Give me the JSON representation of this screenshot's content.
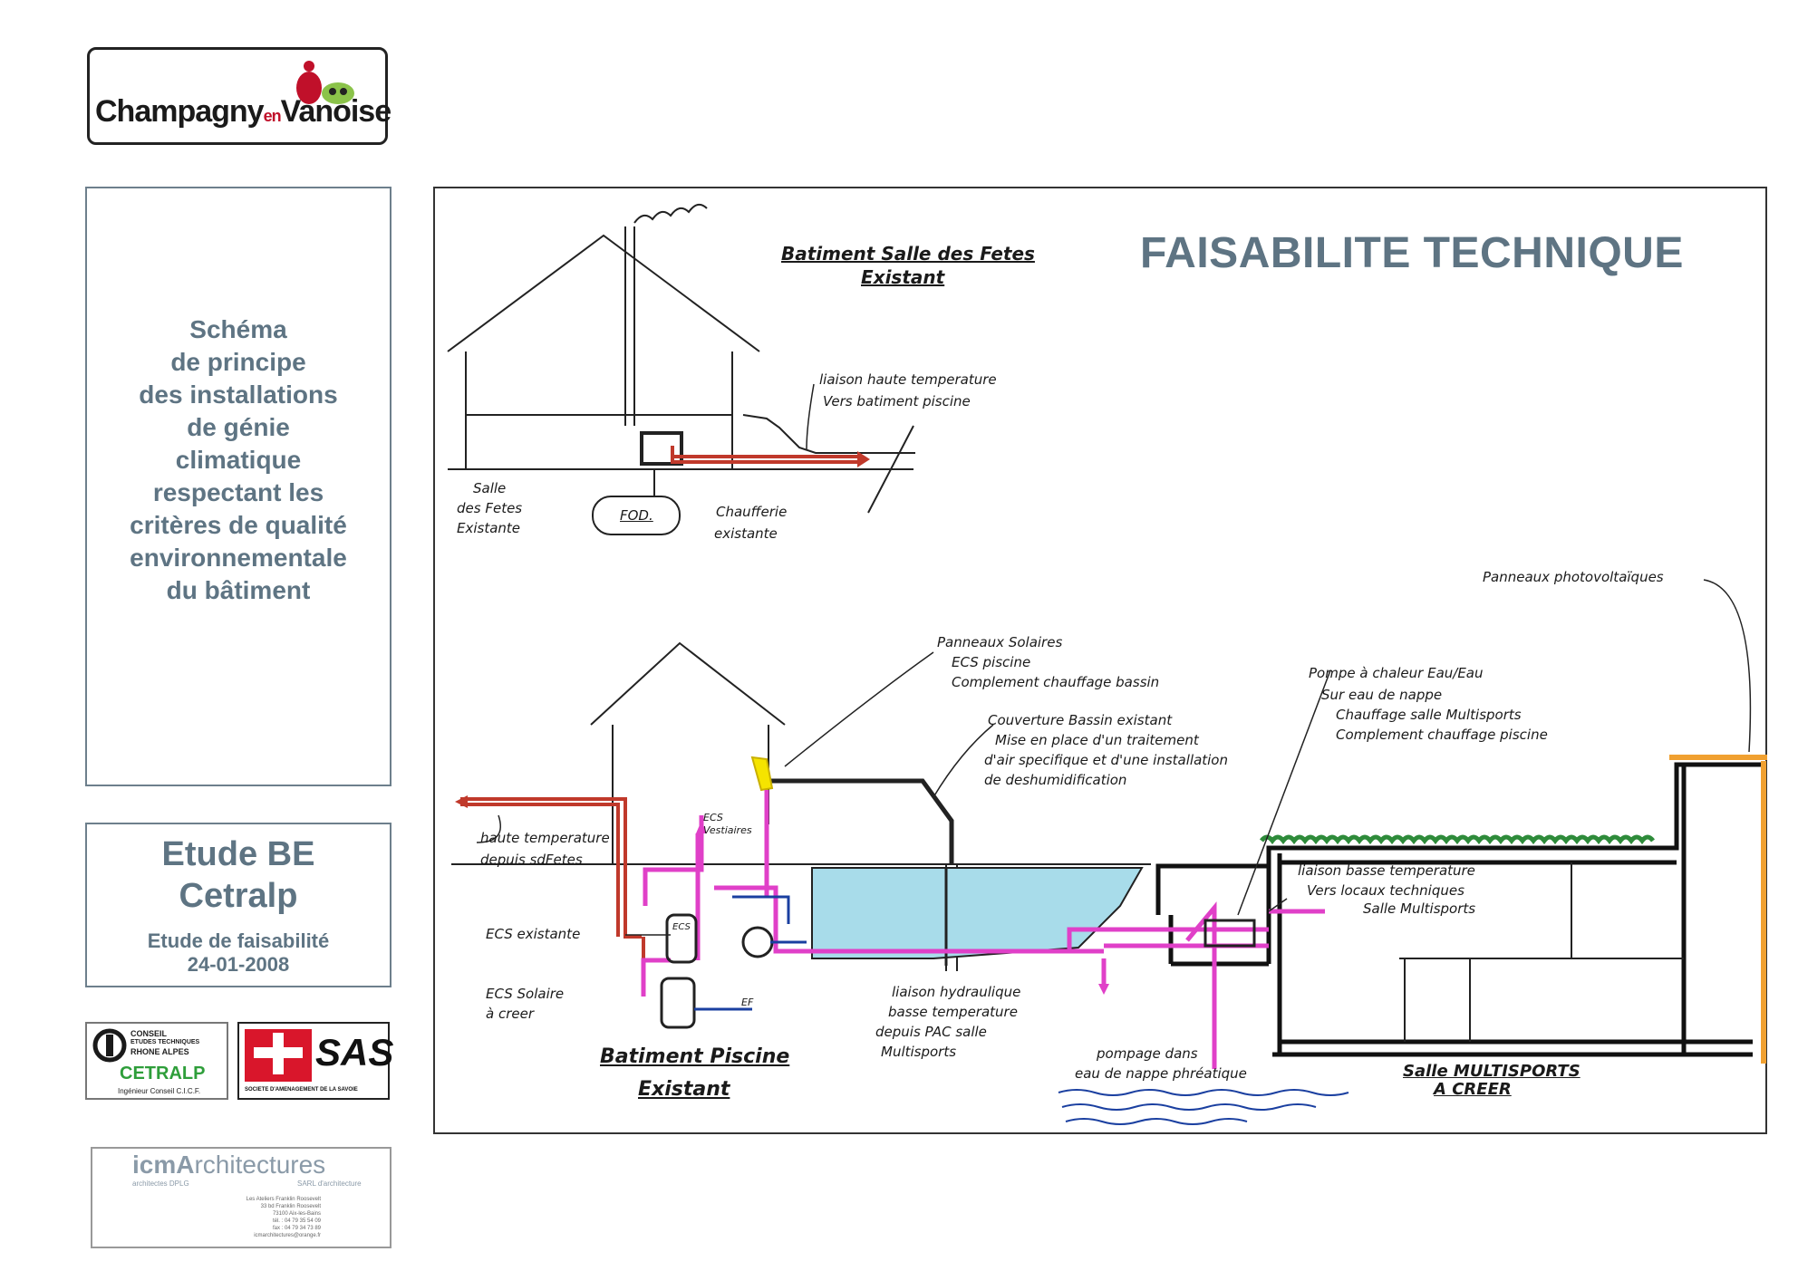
{
  "brand": {
    "logo_text": "Champagny en Vanoise",
    "logo_word1": "Champagny",
    "logo_word2": "en",
    "logo_word3": "Vanoise"
  },
  "sidebar": {
    "description_lines": [
      "Schéma",
      "de principe",
      "des installations",
      "de génie",
      "climatique",
      "respectant les",
      "critères de qualité",
      "environnementale",
      "du bâtiment"
    ],
    "study_title_line1": "Etude BE",
    "study_title_line2": "Cetralp",
    "study_subtitle": "Etude de faisabilité",
    "study_date": "24-01-2008"
  },
  "partners": {
    "cetralp": {
      "line1": "CONSEIL",
      "line2": "ETUDES TECHNIQUES",
      "line3": "RHONE ALPES",
      "name": "CETRALP",
      "tagline": "Ingénieur Conseil C.I.C.F."
    },
    "sas": {
      "name": "SAS",
      "tagline": "SOCIETE D'AMENAGEMENT DE LA SAVOIE"
    },
    "icm": {
      "name_bold": "icmA",
      "name_rest": "rchitectures",
      "sub_left": "architectes DPLG",
      "sub_right": "SARL d'architecture",
      "addr1": "Les Ateliers Franklin Roosevelt",
      "addr2": "33 bd Franklin Roosevelt",
      "addr3": "73100 Aix-les-Bains",
      "tel": "tél. : 04 79 35 54 09",
      "fax": "fax : 04 79 34 73 89",
      "email": "icmarchitectures@orange.fr"
    }
  },
  "diagram": {
    "title": "FAISABILITE TECHNIQUE",
    "colors": {
      "frame": "#333333",
      "hot_pipe": "#c0392b",
      "low_pipe": "#e040c8",
      "water": "#a8dcea",
      "solar": "#f5e400",
      "roof_green": "#2e8b3a",
      "pv_orange": "#f0a030",
      "pipe_blue": "#1a3fa0"
    },
    "labels": {
      "salle_fetes_title1": "Batiment Salle des Fetes",
      "salle_fetes_title2": "Existant",
      "liaison_haute1": "liaison haute temperature",
      "liaison_haute2": "Vers batiment piscine",
      "salle_existante1": "Salle",
      "salle_existante2": "des Fetes",
      "salle_existante3": "Existante",
      "fod": "FOD.",
      "chaufferie1": "Chaufferie",
      "chaufferie2": "existante",
      "panneaux_pv": "Panneaux photovoltaïques",
      "panneaux_sol1": "Panneaux Solaires",
      "panneaux_sol2": "ECS piscine",
      "panneaux_sol3": "Complement chauffage bassin",
      "couverture1": "Couverture Bassin existant",
      "couverture2": "Mise en place d'un traitement",
      "couverture3": "d'air specifique et d'une installation",
      "couverture4": "de deshumidification",
      "pac1": "Pompe à chaleur Eau/Eau",
      "pac2": "Sur eau de nappe",
      "pac3": "Chauffage salle Multisports",
      "pac4": "Complement chauffage piscine",
      "haute_temp1": "haute temperature",
      "haute_temp2": "depuis sdFetes",
      "ecs_vest1": "ECS",
      "ecs_vest2": "Vestiaires",
      "ecs_existante": "ECS existante",
      "ecs_tank": "ECS",
      "liaison_basse1": "liaison basse temperature",
      "liaison_basse2": "Vers locaux techniques",
      "liaison_basse3": "Salle Multisports",
      "ecs_solaire1": "ECS Solaire",
      "ecs_solaire2": "à creer",
      "ef": "EF",
      "liaison_hydr1": "liaison hydraulique",
      "liaison_hydr2": "basse temperature",
      "liaison_hydr3": "depuis PAC salle",
      "liaison_hydr4": "Multisports",
      "piscine_title1": "Batiment Piscine",
      "piscine_title2": "Existant",
      "pompage1": "pompage dans",
      "pompage2": "eau de nappe phréatique",
      "multisports1": "Salle MULTISPORTS",
      "multisports2": "A CREER"
    }
  }
}
